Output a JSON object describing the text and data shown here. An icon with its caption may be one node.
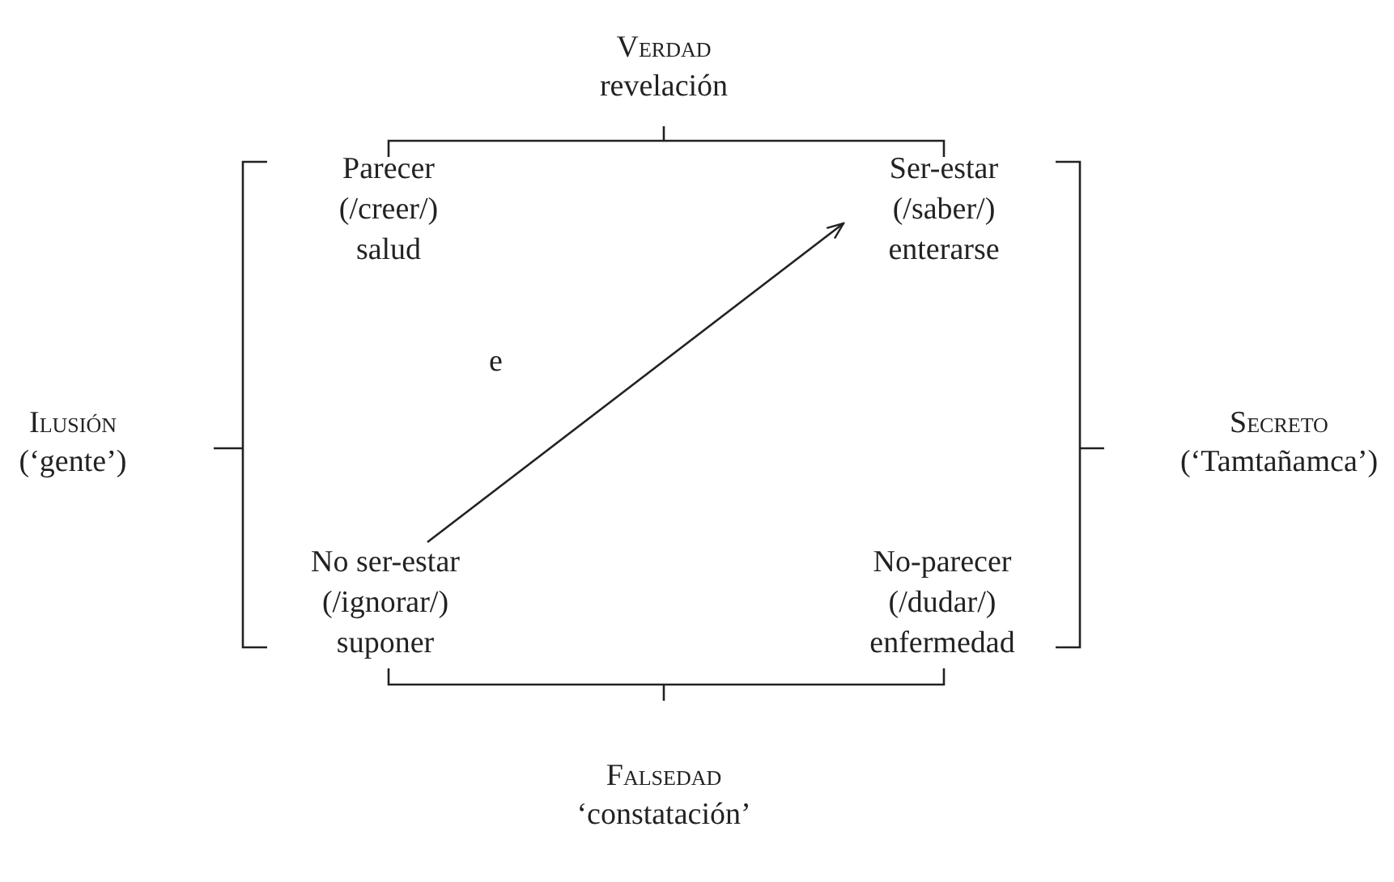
{
  "diagram": {
    "nodes": [
      {
        "text": [
          "Parecer",
          "(/creer/)",
          "salud"
        ]
      },
      {
        "text": [
          "Ser-estar",
          "(/saber/)",
          "enterarse"
        ]
      },
      {
        "text": [
          "No ser-estar",
          "(/ignorar/)",
          "suponer"
        ]
      },
      {
        "text": [
          "No-parecer",
          "(/dudar/)",
          "enfermedad"
        ]
      }
    ],
    "edges": [
      {
        "from": 2,
        "to": 1,
        "arrow": "to",
        "label": "e"
      }
    ],
    "labels": [
      "Verdad",
      "revelación",
      "Ilusión",
      "(‘gente’)",
      "Secreto",
      "(‘Tamtañamca’)",
      "Falsedad",
      "‘constatación’"
    ]
  }
}
